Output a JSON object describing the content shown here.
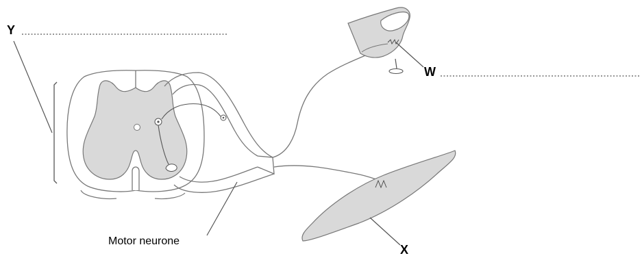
{
  "labels": {
    "y": "Y",
    "w": "W",
    "x": "X",
    "motor_neurone": "Motor neurone"
  },
  "colors": {
    "grey_matter": "#d9d9d9",
    "muscle": "#d9d9d9",
    "finger": "#d9d9d9",
    "outline": "#555555",
    "dotted_line": "#555555"
  }
}
